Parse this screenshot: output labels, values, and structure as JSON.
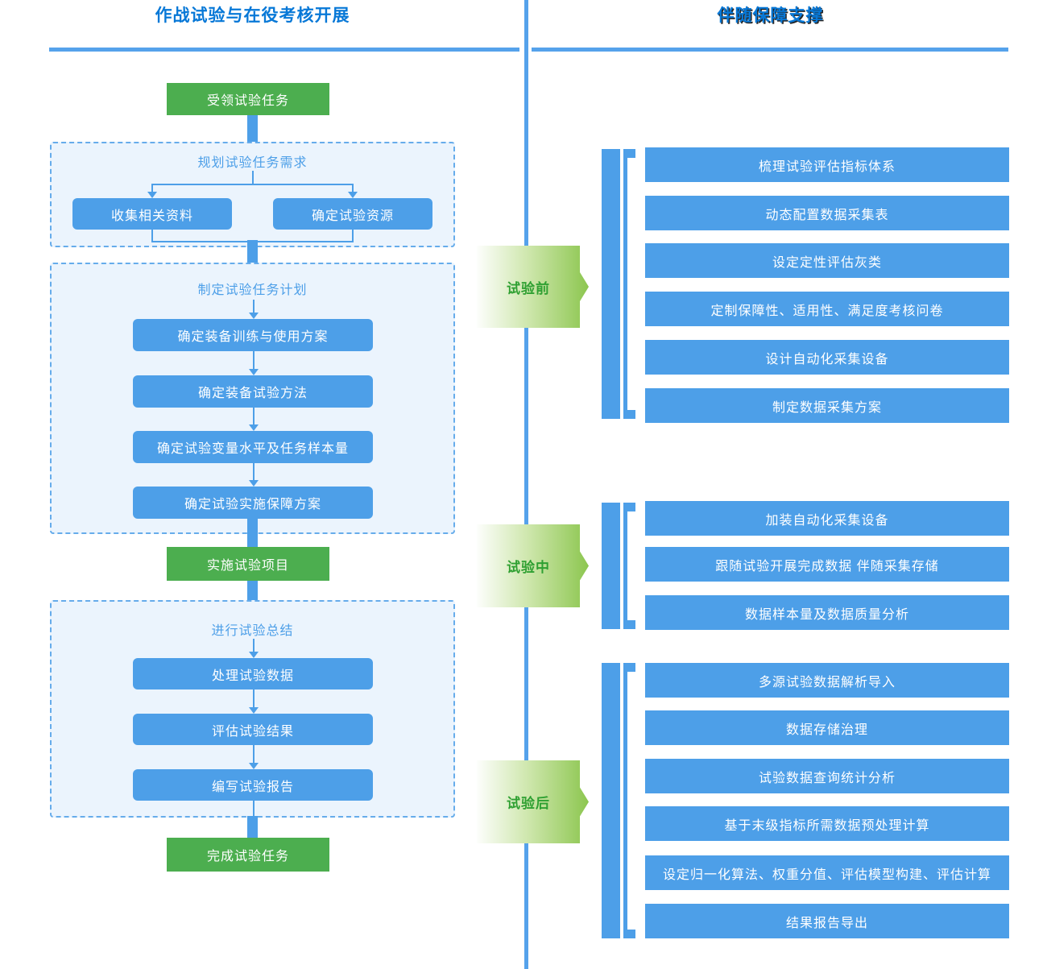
{
  "colors": {
    "accent_blue": "#4D9FE8",
    "line_blue": "#55A2EB",
    "header_blue": "#0778D7",
    "node_green": "#4CAE4F",
    "chevron_green": "#8CC64F",
    "panel_bg": "#EBF4FD"
  },
  "headers": {
    "left": "作战试验与在役考核开展",
    "right": "伴随保障支撑"
  },
  "left_flow": {
    "start": "受领试验任务",
    "plan_requirements": {
      "label": "规划试验任务需求",
      "items": [
        "收集相关资料",
        "确定试验资源"
      ]
    },
    "make_plan": {
      "label": "制定试验任务计划",
      "items": [
        "确定装备训练与使用方案",
        "确定装备试验方法",
        "确定试验变量水平及任务样本量",
        "确定试验实施保障方案"
      ]
    },
    "execute": "实施试验项目",
    "summary": {
      "label": "进行试验总结",
      "items": [
        "处理试验数据",
        "评估试验结果",
        "编写试验报告"
      ]
    },
    "end": "完成试验任务"
  },
  "phases": [
    {
      "label": "试验前",
      "items": [
        "梳理试验评估指标体系",
        "动态配置数据采集表",
        "设定定性评估灰类",
        "定制保障性、适用性、满足度考核问卷",
        "设计自动化采集设备",
        "制定数据采集方案"
      ]
    },
    {
      "label": "试验中",
      "items": [
        "加装自动化采集设备",
        "跟随试验开展完成数据 伴随采集存储",
        "数据样本量及数据质量分析"
      ]
    },
    {
      "label": "试验后",
      "items": [
        "多源试验数据解析导入",
        "数据存储治理",
        "试验数据查询统计分析",
        "基于末级指标所需数据预处理计算",
        "设定归一化算法、权重分值、评估模型构建、评估计算",
        "结果报告导出"
      ]
    }
  ]
}
